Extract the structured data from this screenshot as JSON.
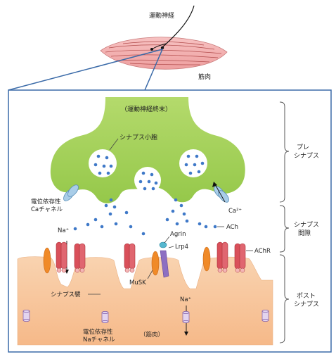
{
  "labels": {
    "motor_nerve": "運動神経",
    "muscle": "筋肉",
    "nerve_terminal": "（運動神経終末）",
    "synaptic_vesicle": "シナプス小胞",
    "pre_synapse_1": "プレ",
    "pre_synapse_2": "シナプス",
    "vg_ca_1": "電位依存性",
    "vg_ca_2": "Caチャネル",
    "ca_ion": "Ca²⁺",
    "cleft_1": "シナプス",
    "cleft_2": "間隙",
    "na_ion_left": "Na⁺",
    "agrin": "Agrin",
    "ach": "ACh",
    "lrp4": "Lrp4",
    "achr": "AChR",
    "musk": "MuSK",
    "post_synapse_1": "ポスト",
    "post_synapse_2": "シナプス",
    "synaptic_fold": "シナプス襞",
    "na_ion_right": "Na⁺",
    "vg_na_1": "電位依存性",
    "vg_na_2": "Naチャネル",
    "muscle_paren": "（筋肉）"
  },
  "colors": {
    "terminal_green": "#a6d25a",
    "vesicle_dot": "#3f79c8",
    "muscle_peach": "#f7c49a",
    "achr_red": "#d9505a",
    "musk_orange": "#f08a28",
    "lrp4_purple": "#8d6fc2",
    "agrin_cyan": "#56b7cf",
    "frame_blue": "#3a6aa8"
  }
}
